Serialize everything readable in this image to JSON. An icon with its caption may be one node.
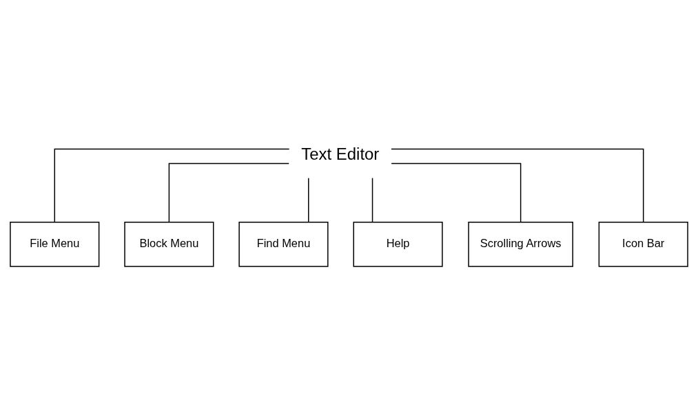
{
  "diagram": {
    "nodes": [
      {
        "text": [
          "Text Editor"
        ]
      },
      {
        "text": [
          "File Menu"
        ]
      },
      {
        "text": [
          "Block Menu"
        ]
      },
      {
        "text": [
          "Find Menu"
        ]
      },
      {
        "text": [
          "Help"
        ]
      },
      {
        "text": [
          "Scrolling Arrows"
        ]
      },
      {
        "text": [
          "Icon Bar"
        ]
      }
    ],
    "edges": [
      {
        "from": 0,
        "to": 1,
        "arrow": "none"
      },
      {
        "from": 0,
        "to": 2,
        "arrow": "none"
      },
      {
        "from": 0,
        "to": 3,
        "arrow": "none"
      },
      {
        "from": 0,
        "to": 4,
        "arrow": "none"
      },
      {
        "from": 0,
        "to": 5,
        "arrow": "none"
      },
      {
        "from": 0,
        "to": 6,
        "arrow": "none"
      }
    ]
  }
}
